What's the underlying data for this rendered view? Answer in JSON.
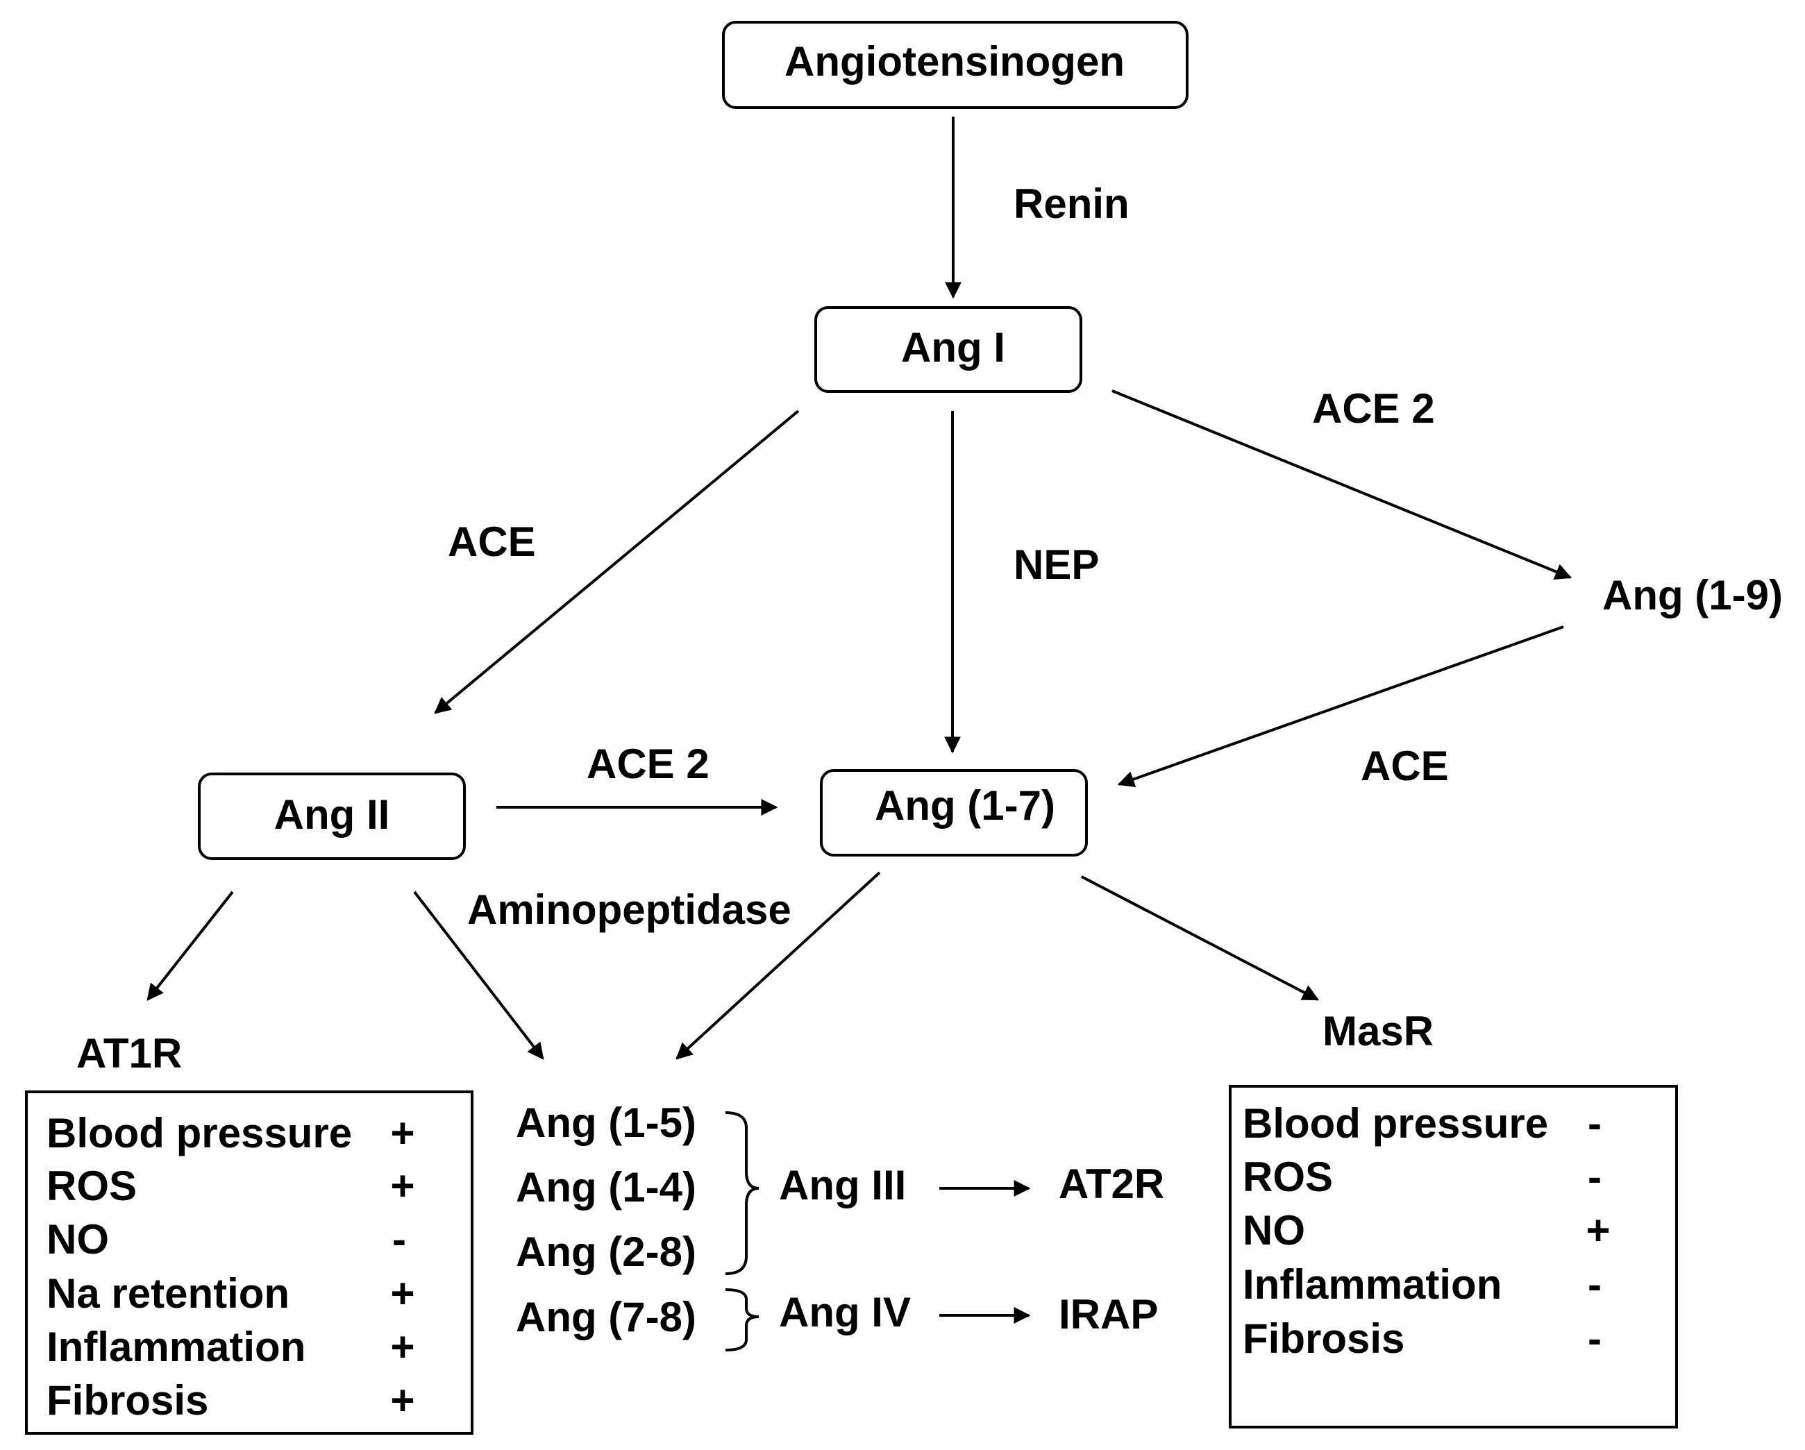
{
  "nodes": {
    "angiotensinogen": "Angiotensinogen",
    "ang_i": "Ang I",
    "ang_ii": "Ang II",
    "ang_1_7": "Ang (1-7)",
    "ang_1_9": "Ang (1-9)",
    "at1r": "AT1R",
    "masr": "MasR",
    "ang_1_5": "Ang (1-5)",
    "ang_1_4": "Ang (1-4)",
    "ang_2_8": "Ang (2-8)",
    "ang_7_8": "Ang (7-8)",
    "ang_iii": "Ang III",
    "ang_iv": "Ang IV",
    "at2r": "AT2R",
    "irap": "IRAP"
  },
  "enzymes": {
    "renin": "Renin",
    "ace_left": "ACE",
    "nep": "NEP",
    "ace2_top": "ACE 2",
    "ace2_mid": "ACE 2",
    "ace_right": "ACE",
    "aminopeptidase": "Aminopeptidase"
  },
  "at1r_effects": [
    {
      "label": "Blood pressure",
      "sign": "+"
    },
    {
      "label": "ROS",
      "sign": "+"
    },
    {
      "label": "NO",
      "sign": "-"
    },
    {
      "label": "Na retention",
      "sign": "+"
    },
    {
      "label": "Inflammation",
      "sign": "+"
    },
    {
      "label": "Fibrosis",
      "sign": "+"
    }
  ],
  "masr_effects": [
    {
      "label": "Blood pressure",
      "sign": "-"
    },
    {
      "label": "ROS",
      "sign": "-"
    },
    {
      "label": "NO",
      "sign": "+"
    },
    {
      "label": "Inflammation",
      "sign": "-"
    },
    {
      "label": "Fibrosis",
      "sign": "-"
    }
  ]
}
